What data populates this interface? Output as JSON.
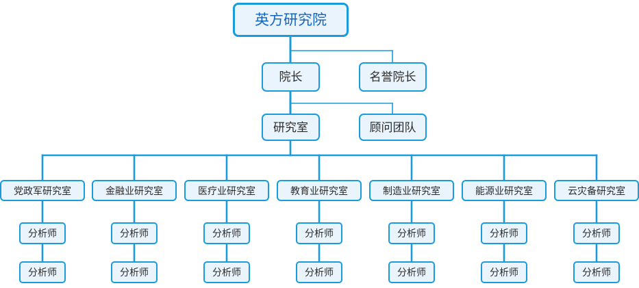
{
  "chart_data": {
    "type": "diagram",
    "diagram_type": "organization-chart",
    "title": "英方研究院",
    "orientation": "top-down",
    "colors": {
      "node_fill": "#e9f4fd",
      "node_border": "#1a9bdc",
      "root_text": "#1565c0",
      "node_text": "#2b2b2b",
      "connector": "#1a9bdc",
      "background": "#ffffff"
    },
    "levels": [
      {
        "level": 1,
        "nodes": [
          "英方研究院"
        ]
      },
      {
        "level": 2,
        "nodes": [
          "院长",
          "名誉院长"
        ]
      },
      {
        "level": 3,
        "nodes": [
          "研究室",
          "顾问团队"
        ]
      },
      {
        "level": 4,
        "nodes": [
          "党政军研究室",
          "金融业研究室",
          "医疗业研究室",
          "教育业研究室",
          "制造业研究室",
          "能源业研究室",
          "云灾备研究室"
        ]
      },
      {
        "level": 5,
        "nodes": [
          "分析师",
          "分析师",
          "分析师",
          "分析师",
          "分析师",
          "分析师",
          "分析师"
        ]
      },
      {
        "level": 6,
        "nodes": [
          "分析师",
          "分析师",
          "分析师",
          "分析师",
          "分析师",
          "分析师",
          "分析师"
        ]
      }
    ]
  },
  "root": {
    "label": "英方研究院"
  },
  "level2": {
    "primary": "院长",
    "secondary": "名誉院长"
  },
  "level3": {
    "primary": "研究室",
    "secondary": "顾问团队"
  },
  "departments": [
    {
      "label": "党政军研究室",
      "analyst1": "分析师",
      "analyst2": "分析师"
    },
    {
      "label": "金融业研究室",
      "analyst1": "分析师",
      "analyst2": "分析师"
    },
    {
      "label": "医疗业研究室",
      "analyst1": "分析师",
      "analyst2": "分析师"
    },
    {
      "label": "教育业研究室",
      "analyst1": "分析师",
      "analyst2": "分析师"
    },
    {
      "label": "制造业研究室",
      "analyst1": "分析师",
      "analyst2": "分析师"
    },
    {
      "label": "能源业研究室",
      "analyst1": "分析师",
      "analyst2": "分析师"
    },
    {
      "label": "云灾备研究室",
      "analyst1": "分析师",
      "analyst2": "分析师"
    }
  ]
}
